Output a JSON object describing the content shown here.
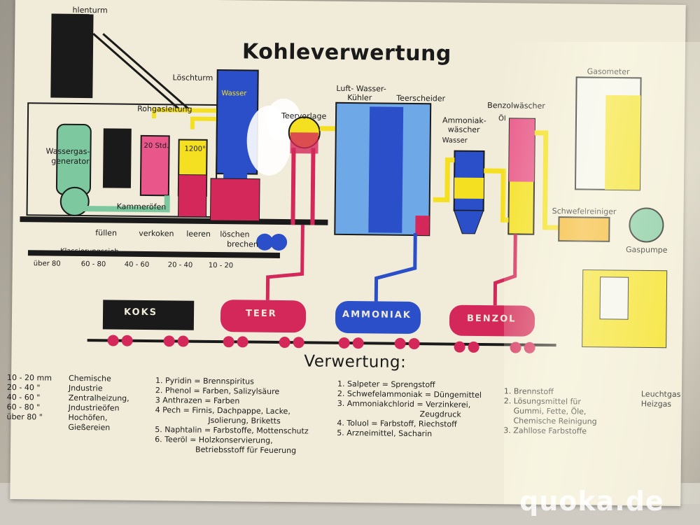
{
  "poster": {
    "title": "Kohleverwertung",
    "subtitle": "Verwertung:",
    "labels": {
      "kohlenturm": "hlenturm",
      "loeschturm": "Löschturm",
      "rohgasleitung": "Rohgasleitung",
      "wassergasgenerator_1": "Wassergas-",
      "wassergasgenerator_2": "generator",
      "kammeroefen": "Kammeröfen",
      "std": "20 Std.",
      "temp": "1200°",
      "wasser_tower": "Wasser",
      "teervorlage": "Teervorlage",
      "luft_kuehler_1": "Luft- Wasser-",
      "luft_kuehler_2": "Kühler",
      "teerscheider": "Teerscheider",
      "ammoniak_1": "Ammoniak-",
      "ammoniak_2": "wäscher",
      "wasser_small": "Wasser",
      "benzolwaescher": "Benzolwäscher",
      "oel": "Öl",
      "gasometer": "Gasometer",
      "schwefelreiniger": "Schwefelreiniger",
      "gaspumpe": "Gaspumpe",
      "klassierungssieb": "Klassierungssieb"
    },
    "steps": [
      "füllen",
      "verkoken",
      "leeren",
      "löschen",
      "brechen"
    ],
    "sieve_bins": [
      "über 80",
      "60 - 80",
      "40 - 60",
      "20 - 40",
      "10 - 20"
    ],
    "wagons": [
      "KOKS",
      "TEER",
      "AMMONIAK",
      "BENZOL"
    ],
    "koks_uses": [
      {
        "range": "10 - 20 mm",
        "use": "Chemische"
      },
      {
        "range": "20 - 40 \"",
        "use": "Jndustrie"
      },
      {
        "range": "40 - 60 \"",
        "use": "Zentralheizung,"
      },
      {
        "range": "60 - 80 \"",
        "use": "Jndustrieöfen"
      },
      {
        "range": "über 80 \"",
        "use": "Hochöfen,"
      },
      {
        "range": "",
        "use": "Gießereien"
      }
    ],
    "teer_uses": [
      "1. Pyridin = Brennspiritus",
      "2. Phenol = Farben, Salizylsäure",
      "3  Anthrazen = Farben",
      "4  Pech = Firnis, Dachpappe, Lacke,",
      "Jsolierung, Briketts",
      "5. Naphtalin = Farbstoffe, Mottenschutz",
      "6. Teeröl = Holzkonservierung,",
      "Betriebsstoff für Feuerung"
    ],
    "ammoniak_uses": [
      "1. Salpeter = Sprengstoff",
      "2. Schwefelammoniak = Düngemittel",
      "3. Ammoniakchlorid = Verzinkerei,",
      "Zeugdruck",
      "4. Toluol = Farbstoff, Riechstoff",
      "5. Arzneimittel, Sacharin"
    ],
    "benzol_uses": [
      "1. Brennstoff",
      "2. Lösungsmittel für",
      "Gummi, Fette, Öle,",
      "Chemische Reinigung",
      "3. Zahllose Farbstoffe"
    ],
    "gas_uses": [
      "Leuchtgas",
      "Heizgas"
    ]
  },
  "watermark": "quoka.de",
  "colors": {
    "paper": "#f1ecd9",
    "yellow": "#f4e020",
    "blue": "#2a4fc8",
    "red": "#d4285a",
    "green": "#7ec8a0",
    "black": "#1a1a1a"
  }
}
